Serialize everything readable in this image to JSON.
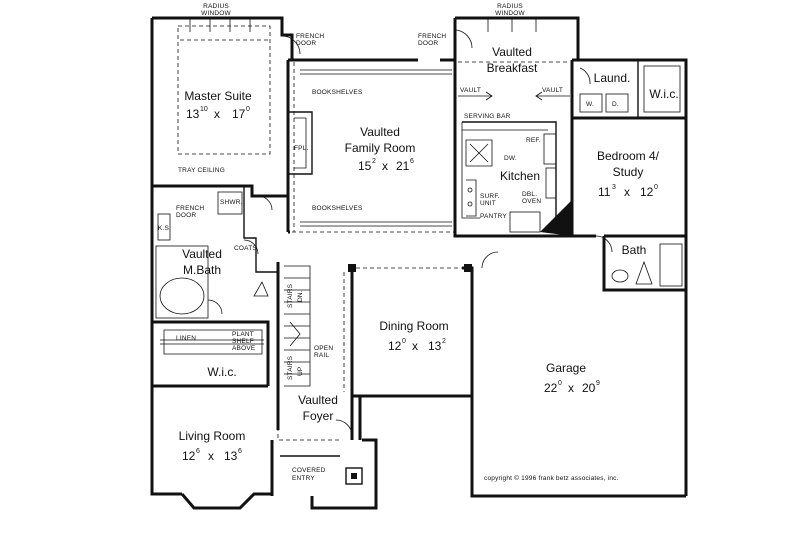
{
  "rooms": {
    "master_suite": {
      "name": "Master Suite",
      "w": "13",
      "w_in": "10",
      "h": "17",
      "h_in": "0"
    },
    "family_room": {
      "name1": "Vaulted",
      "name2": "Family Room",
      "w": "15",
      "w_in": "2",
      "h": "21",
      "h_in": "6"
    },
    "breakfast": {
      "name1": "Vaulted",
      "name2": "Breakfast"
    },
    "kitchen": {
      "name": "Kitchen"
    },
    "bedroom4": {
      "name1": "Bedroom 4/",
      "name2": "Study",
      "w": "11",
      "w_in": "3",
      "h": "12",
      "h_in": "0"
    },
    "laund": {
      "name": "Laund."
    },
    "wic_right": {
      "name": "W.i.c."
    },
    "bath": {
      "name": "Bath"
    },
    "mbath": {
      "name1": "Vaulted",
      "name2": "M.Bath"
    },
    "wic_left": {
      "name": "W.i.c."
    },
    "dining": {
      "name": "Dining Room",
      "w": "12",
      "w_in": "0",
      "h": "13",
      "h_in": "2"
    },
    "garage": {
      "name": "Garage",
      "w": "22",
      "w_in": "0",
      "h": "20",
      "h_in": "9"
    },
    "living": {
      "name": "Living Room",
      "w": "12",
      "w_in": "6",
      "h": "13",
      "h_in": "6"
    },
    "foyer": {
      "name1": "Vaulted",
      "name2": "Foyer"
    }
  },
  "dim_sep": "x",
  "labels": {
    "radius_window_1a": "RADIUS",
    "radius_window_1b": "WINDOW",
    "radius_window_2a": "RADIUS",
    "radius_window_2b": "WINDOW",
    "french_door_1a": "FRENCH",
    "french_door_1b": "DOOR",
    "french_door_2a": "FRENCH",
    "french_door_2b": "DOOR",
    "french_door_3a": "FRENCH",
    "french_door_3b": "DOOR",
    "bookshelves_top": "BOOKSHELVES",
    "bookshelves_bottom": "BOOKSHELVES",
    "fpl": "FPL.",
    "tray_ceiling": "TRAY CEILING",
    "vault_left": "VAULT",
    "vault_right": "VAULT",
    "serving_bar": "SERVING BAR",
    "ref": "REF.",
    "dw": "DW.",
    "surf_unit_a": "SURF.",
    "surf_unit_b": "UNIT",
    "dbl_oven_a": "DBL.",
    "dbl_oven_b": "OVEN",
    "pantry": "PANTRY",
    "w": "W.",
    "d": "D.",
    "ks": "K.S.",
    "shwr": "SHWR.",
    "coats": "COATS",
    "stairs_dn": "STAIRS",
    "dn": "DN.",
    "stairs_up": "STAIRS",
    "up": "UP",
    "linen": "LINEN",
    "plant_shelf_a": "PLANT",
    "plant_shelf_b": "SHELF",
    "plant_shelf_c": "ABOVE",
    "open_rail_a": "OPEN",
    "open_rail_b": "RAIL",
    "covered_entry_a": "COVERED",
    "covered_entry_b": "ENTRY",
    "copyright": "copyright © 1996 frank betz associates, inc."
  }
}
